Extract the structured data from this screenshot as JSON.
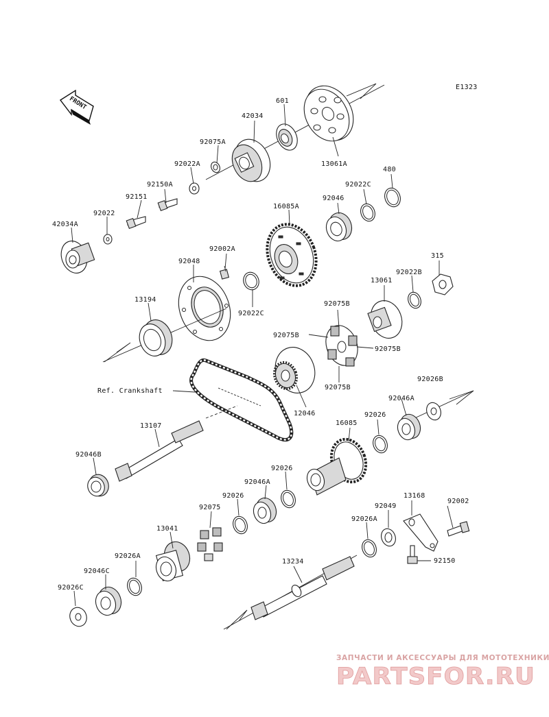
{
  "diagram_code": "E1323",
  "front_label": "FRONT",
  "parts": {
    "p42034": "42034",
    "p601": "601",
    "p92075A": "92075A",
    "p92022A": "92022A",
    "p13061A": "13061A",
    "p480": "480",
    "p92022C_top": "92022C",
    "p92150A": "92150A",
    "p92151": "92151",
    "p92022": "92022",
    "p42034A": "42034A",
    "p16085A": "16085A",
    "p92046": "92046",
    "p92002A": "92002A",
    "p92048": "92048",
    "p315": "315",
    "p92022B": "92022B",
    "p13061": "13061",
    "p13194": "13194",
    "p92022C_mid": "92022C",
    "p92075B_1": "92075B",
    "p92075B_2": "92075B",
    "p92075B_3": "92075B",
    "p92075B_4": "92075B",
    "p92026B": "92026B",
    "p12046": "12046",
    "p92046A_1": "92046A",
    "p92026_1": "92026",
    "p16085": "16085",
    "p13107": "13107",
    "p92046B": "92046B",
    "p92026_2": "92026",
    "p92046A_2": "92046A",
    "p92026_3": "92026",
    "p92075": "92075",
    "p13168": "13168",
    "p92002": "92002",
    "p92049": "92049",
    "p92026A_1": "92026A",
    "p13041": "13041",
    "p92150": "92150",
    "p13234": "13234",
    "p92026A_2": "92026A",
    "p92046C": "92046C",
    "p92026C": "92026C"
  },
  "ref_crankshaft": "Ref. Crankshaft",
  "watermark": {
    "line1": "ЗАПЧАСТИ И АКСЕССУАРЫ ДЛЯ МОТОТЕХНИКИ",
    "line2": "PARTSFOR.RU"
  }
}
